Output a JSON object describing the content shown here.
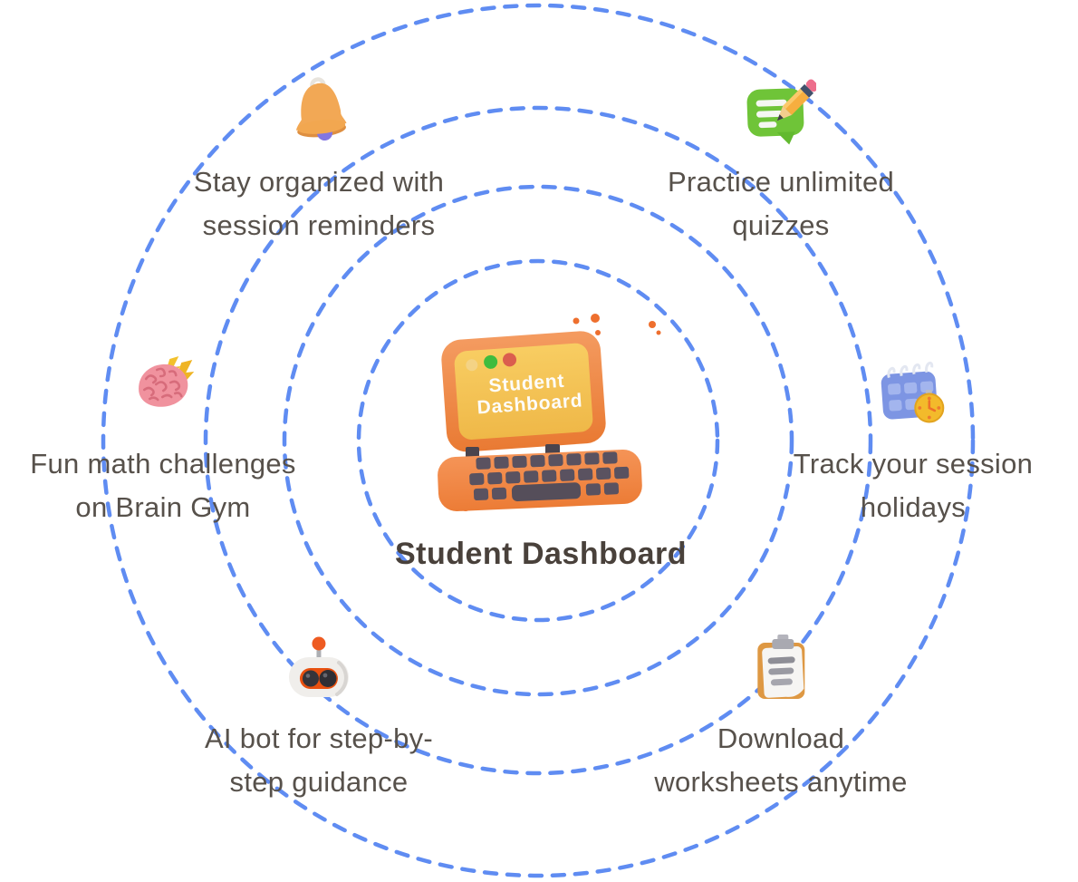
{
  "title": "Student Dashboard feature map",
  "center": {
    "laptop_screen_line1": "Student",
    "laptop_screen_line2": "Dashboard",
    "caption": "Student Dashboard"
  },
  "rings": {
    "count": 4,
    "style": "dashed",
    "color": "#5f8cf2"
  },
  "features": [
    {
      "id": "reminders",
      "icon": "bell-icon",
      "line1": "Stay organized with",
      "line2": "session reminders"
    },
    {
      "id": "quizzes",
      "icon": "quiz-icon",
      "line1": "Practice unlimited",
      "line2": "quizzes"
    },
    {
      "id": "brain-gym",
      "icon": "brain-icon",
      "line1": "Fun math challenges",
      "line2": "on Brain Gym"
    },
    {
      "id": "holidays",
      "icon": "calendar-icon",
      "line1": "Track your session",
      "line2": "holidays"
    },
    {
      "id": "ai-bot",
      "icon": "robot-icon",
      "line1": "AI bot for step-by-",
      "line2": "step guidance"
    },
    {
      "id": "worksheets",
      "icon": "clipboard-icon",
      "line1": "Download",
      "line2": "worksheets anytime"
    }
  ],
  "colors": {
    "background": "#ffffff",
    "ring_blue": "#5f8cf2",
    "label_text": "#57514b",
    "caption_text": "#49413b",
    "laptop_frame_orange": "#ef8343",
    "laptop_screen_yellow": "#f6c654",
    "laptop_key_grey": "#5a5260",
    "bell_orange": "#f2a855",
    "bell_clapper_purple": "#8276e2",
    "quiz_green": "#6fc438",
    "pencil_orange": "#f6ae3f",
    "brain_pink": "#f0929e",
    "bolt_yellow": "#f2c12c",
    "calendar_blue": "#7d95e3",
    "clock_yellow": "#f3ba2b",
    "robot_visor_orange": "#e8500f",
    "clipboard_tan": "#de9843"
  }
}
